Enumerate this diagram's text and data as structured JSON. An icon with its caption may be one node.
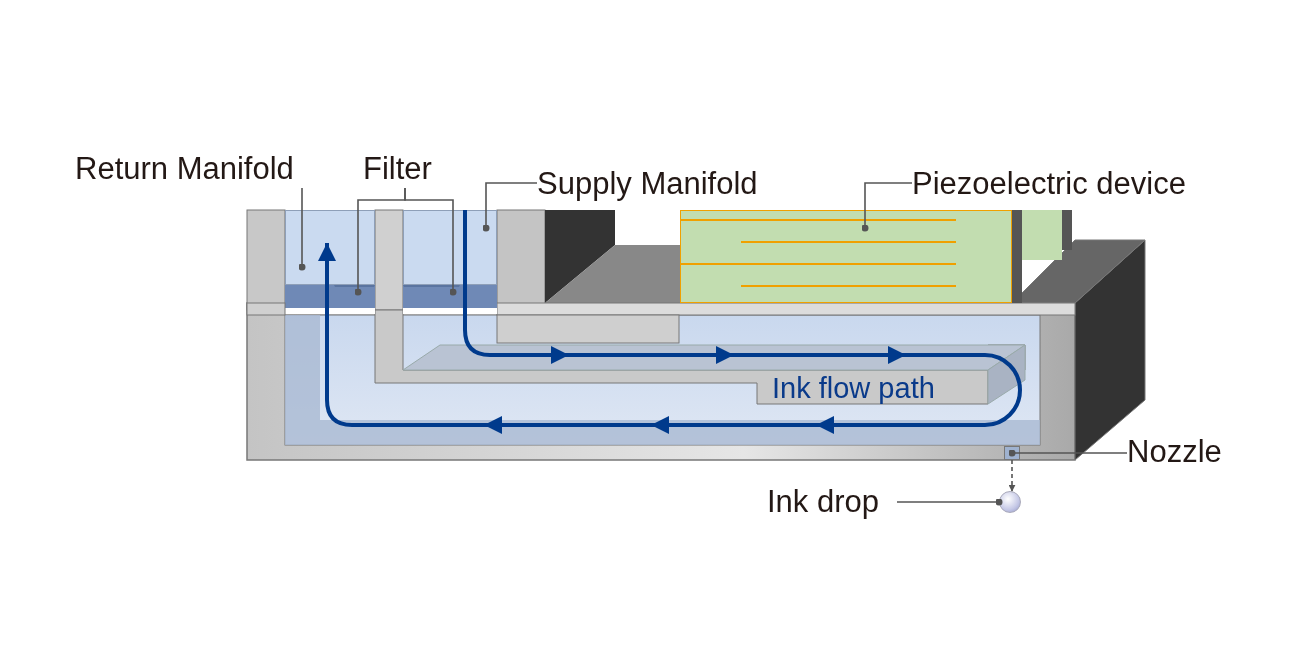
{
  "diagram": {
    "nodes": [
      {
        "text": [
          "Return Manifold"
        ]
      },
      {
        "text": [
          "Filter"
        ]
      },
      {
        "text": [
          "Supply Manifold"
        ]
      },
      {
        "text": [
          "Piezoelectric device"
        ]
      },
      {
        "text": [
          "Nozzle"
        ]
      },
      {
        "text": [
          "Ink drop"
        ]
      },
      {
        "text": [],
        "shape": "box"
      },
      {
        "text": [],
        "shape": "bar"
      },
      {
        "text": [],
        "shape": "bar"
      },
      {
        "text": [],
        "shape": "box"
      },
      {
        "text": [],
        "shape": "box"
      },
      {
        "text": [],
        "shape": "box"
      },
      {
        "text": [],
        "shape": "circle"
      }
    ],
    "edges": [
      {
        "from": 0,
        "to": 6,
        "arrow": "other"
      },
      {
        "from": 1,
        "to": 7,
        "arrow": "other"
      },
      {
        "from": 1,
        "to": 8,
        "arrow": "other"
      },
      {
        "from": 2,
        "to": 9,
        "arrow": "other"
      },
      {
        "from": 3,
        "to": 10,
        "arrow": "other"
      },
      {
        "from": 4,
        "to": 11,
        "arrow": "other"
      },
      {
        "from": 5,
        "to": 12,
        "arrow": "other"
      },
      {
        "from": 11,
        "to": 12,
        "arrow": "to",
        "style": "dashed"
      },
      {
        "from": 9,
        "to": 6,
        "arrow": "to",
        "style": "thick",
        "color": "#003a8c"
      }
    ],
    "labels": [
      "Ink flow path"
    ]
  }
}
